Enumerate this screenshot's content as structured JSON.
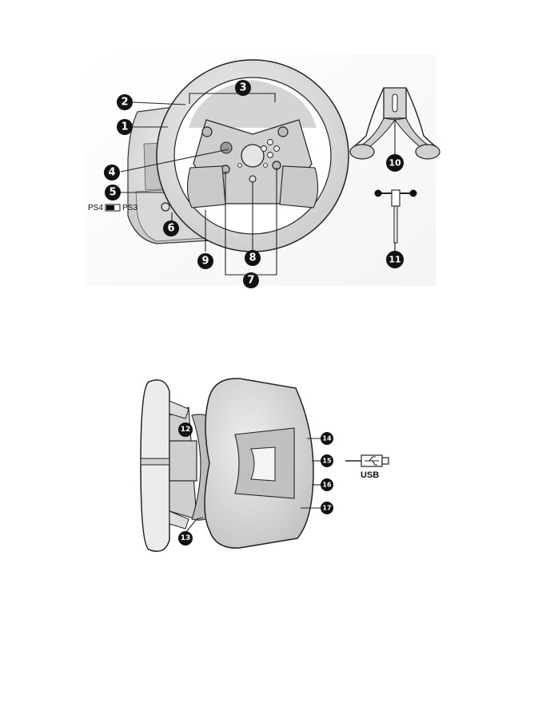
{
  "top_figure": {
    "callouts": [
      "1",
      "2",
      "3",
      "4",
      "5",
      "6",
      "7",
      "8",
      "9",
      "10",
      "11"
    ],
    "switch_left": "PS4",
    "switch_right": "PS3"
  },
  "bottom_figure": {
    "callouts": [
      "12",
      "13",
      "14",
      "15",
      "16",
      "17"
    ],
    "usb_label": "USB"
  }
}
